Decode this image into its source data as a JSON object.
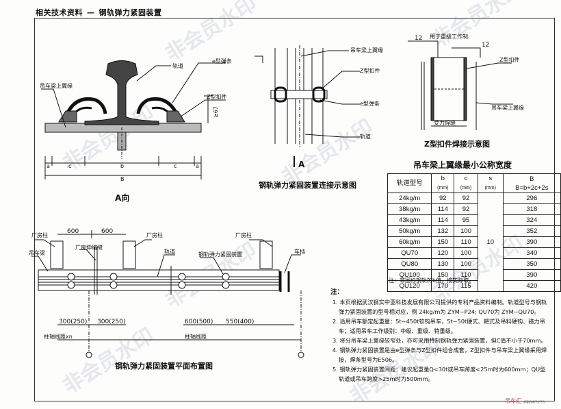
{
  "header": {
    "category": "相关技术资料",
    "dash": "—",
    "title": "钢轨弹力紧固装置"
  },
  "view_a": {
    "caption": "A向",
    "rail": "轨道",
    "e_clip": "e型弹条",
    "z_fastener": "Z型扣件",
    "flange": "吊车梁上翼缘",
    "dim_height": "≥67",
    "dim_a": "a",
    "dim_c": "c",
    "dim_b": "b",
    "dim_B": "B"
  },
  "connection": {
    "caption": "钢轨弹力紧固装置连接示意图",
    "flange": "吊车梁上翼缘",
    "z_fastener": "Z型扣件",
    "e_clip": "e型弹条",
    "rail": "轨道",
    "section_mark": "A"
  },
  "weld": {
    "caption": "Z型扣件焊接示意图",
    "weld_note": "用于重级工作制",
    "size1": "12",
    "size2": "12",
    "z_fastener": "Z型扣件",
    "flange": "吊车梁上翼缘",
    "force_dir": "受力焊缝"
  },
  "spec": {
    "title": "吊车梁上翼缘最小公称宽度",
    "head_model": "轨道型号",
    "head_b": "b",
    "head_c": "c",
    "head_s": "s",
    "head_B": "B",
    "unit": "(mm)",
    "formula": "B=b+2c+2s",
    "s_value": "10",
    "rows": [
      {
        "model": "24kg/m",
        "b": "92",
        "c": "92",
        "B": "296"
      },
      {
        "model": "38kg/m",
        "b": "114",
        "c": "92",
        "B": "318"
      },
      {
        "model": "43kg/m",
        "b": "114",
        "c": "95",
        "B": "324"
      },
      {
        "model": "50kg/m",
        "b": "132",
        "c": "100",
        "B": "352"
      },
      {
        "model": "60kg/m",
        "b": "150",
        "c": "110",
        "B": "390"
      },
      {
        "model": "QU70",
        "b": "120",
        "c": "100",
        "B": "340"
      },
      {
        "model": "QU80",
        "b": "130",
        "c": "100",
        "B": "350"
      },
      {
        "model": "QU100",
        "b": "150",
        "c": "110",
        "B": "390"
      },
      {
        "model": "QU120",
        "b": "170",
        "c": "115",
        "B": "420"
      }
    ],
    "note": "注：非国标钢轨的b值，按实际取。"
  },
  "plan": {
    "caption": "钢轨弹力紧固装置平面布置图",
    "column": "厂房柱",
    "column2": "厂房柱",
    "column3": "厂房柱",
    "beam": "吊车梁",
    "expansion_joint": "厂房伸缩缝",
    "rail": "轨道",
    "device": "钢轨弹力紧固装置",
    "stop": "车挡",
    "dim_600a": "600",
    "dim_600b": "600",
    "dim_300a": "300(250)",
    "dim_300b": "300(250)",
    "dim_600_500": "600(500)",
    "dim_550_400": "550(400)",
    "axis_xn": "柱轴线距xn",
    "axis": "柱轴线距"
  },
  "notes": {
    "title": "注：",
    "items": [
      "1. 本页根据武汉钢实中亚科技发展有限公司提供的专利产品资料编制。轨道型号与钢轨弹力紧固装置的型号相对应，例 24kg/m为 ZYM−P24; QU70为 ZYM−QU70。",
      "2. 适用吊车额定起重量：5t∼450t软钩吊车，5t∼50t硬式、耙式及吊料硬钩、磁力吊车；适用吊车工作级别：中级、重级、特重级。",
      "3. 将分吊车梁上翼缘较窄处，亦可采用特制钢轨弹力紧固装置，但C值不小于70mm。",
      "4. 钢轨弹力紧固装置是由e型弹条与Z型扣件组合成套，Z型扣件与吊车梁上翼缘采用焊接，焊条型号为E506。",
      "5. 钢轨弹力紧固装置间距：建议起重量Q<30t或吊车跨度<25m时为600mm；QU型轨道或吊车跨度>25m时为500mm。"
    ]
  },
  "watermark": "非会员水印",
  "logo": {
    "name": "吊车汇",
    "sub": "起重机械行业平台"
  }
}
